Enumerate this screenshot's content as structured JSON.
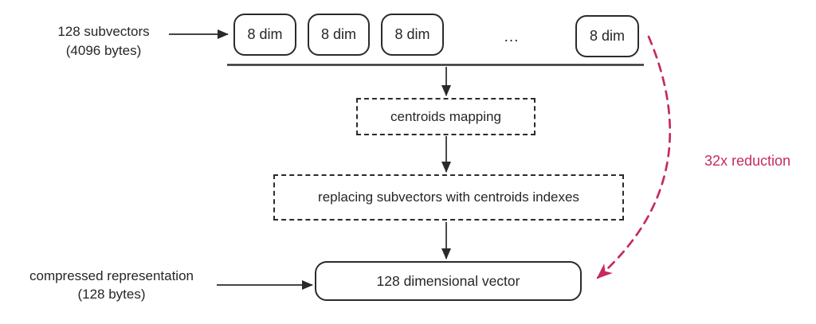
{
  "diagram": {
    "input_label": {
      "line1": "128 subvectors",
      "line2": "(4096 bytes)"
    },
    "subvectors": [
      "8 dim",
      "8 dim",
      "8 dim",
      "8 dim"
    ],
    "ellipsis": "...",
    "step1": "centroids mapping",
    "step2": "replacing subvectors with centroids indexes",
    "output": "128 dimensional vector",
    "output_label": {
      "line1": "compressed representation",
      "line2": "(128 bytes)"
    },
    "reduction": "32x reduction",
    "colors": {
      "accent": "#c62a62",
      "ink": "#2a2a2a"
    }
  }
}
